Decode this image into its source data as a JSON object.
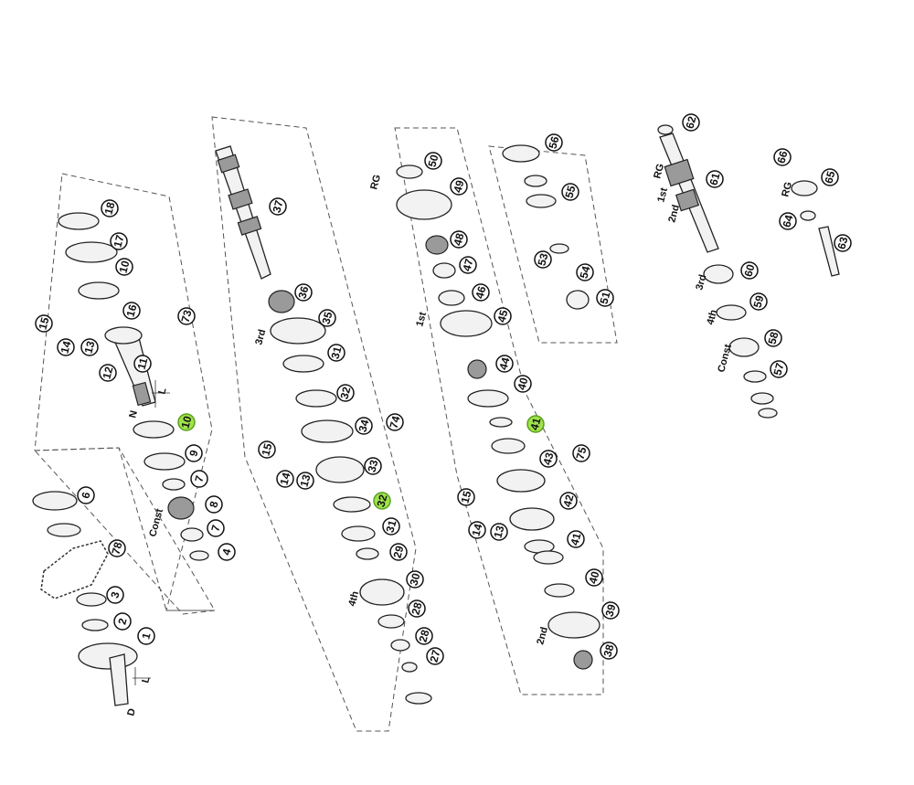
{
  "gear_labels": {
    "rg_top": "RG",
    "first": "1st",
    "second": "2nd",
    "third": "3rd",
    "fourth": "4th",
    "const_left": "Const",
    "third_shaft": "3rd",
    "fourth_shaft": "4th",
    "const_right": "Const",
    "first_right": "1st",
    "rg_right": "RG",
    "second_right": "2nd",
    "rg_far": "RG",
    "fourth_mid": "4th",
    "second_bottom": "2nd"
  },
  "dimension_labels": {
    "l_upper": "L",
    "n_upper": "N",
    "l_lower": "L",
    "d_lower": "D"
  },
  "callouts": [
    {
      "id": "c1",
      "text": "1",
      "highlight": false
    },
    {
      "id": "c2",
      "text": "2",
      "highlight": false
    },
    {
      "id": "c3",
      "text": "3",
      "highlight": false
    },
    {
      "id": "c4",
      "text": "4",
      "highlight": false
    },
    {
      "id": "c6",
      "text": "6",
      "highlight": false
    },
    {
      "id": "c7a",
      "text": "7",
      "highlight": false
    },
    {
      "id": "c7b",
      "text": "7",
      "highlight": false
    },
    {
      "id": "c8",
      "text": "8",
      "highlight": false
    },
    {
      "id": "c9",
      "text": "9",
      "highlight": false
    },
    {
      "id": "c10a",
      "text": "10",
      "highlight": true
    },
    {
      "id": "c10b",
      "text": "10",
      "highlight": false
    },
    {
      "id": "c11",
      "text": "11",
      "highlight": false
    },
    {
      "id": "c12",
      "text": "12",
      "highlight": false
    },
    {
      "id": "c13a",
      "text": "13",
      "highlight": false
    },
    {
      "id": "c13b",
      "text": "13",
      "highlight": false
    },
    {
      "id": "c13c",
      "text": "13",
      "highlight": false
    },
    {
      "id": "c14a",
      "text": "14",
      "highlight": false
    },
    {
      "id": "c14b",
      "text": "14",
      "highlight": false
    },
    {
      "id": "c14c",
      "text": "14",
      "highlight": false
    },
    {
      "id": "c15a",
      "text": "15",
      "highlight": false
    },
    {
      "id": "c15b",
      "text": "15",
      "highlight": false
    },
    {
      "id": "c15c",
      "text": "15",
      "highlight": false
    },
    {
      "id": "c16",
      "text": "16",
      "highlight": false
    },
    {
      "id": "c17",
      "text": "17",
      "highlight": false
    },
    {
      "id": "c18",
      "text": "18",
      "highlight": false
    },
    {
      "id": "c27",
      "text": "27",
      "highlight": false
    },
    {
      "id": "c28a",
      "text": "28",
      "highlight": false
    },
    {
      "id": "c28b",
      "text": "28",
      "highlight": false
    },
    {
      "id": "c29",
      "text": "29",
      "highlight": false
    },
    {
      "id": "c30",
      "text": "30",
      "highlight": false
    },
    {
      "id": "c31a",
      "text": "31",
      "highlight": false
    },
    {
      "id": "c31b",
      "text": "31",
      "highlight": false
    },
    {
      "id": "c32a",
      "text": "32",
      "highlight": true
    },
    {
      "id": "c32b",
      "text": "32",
      "highlight": false
    },
    {
      "id": "c33",
      "text": "33",
      "highlight": false
    },
    {
      "id": "c34",
      "text": "34",
      "highlight": false
    },
    {
      "id": "c35",
      "text": "35",
      "highlight": false
    },
    {
      "id": "c36",
      "text": "36",
      "highlight": false
    },
    {
      "id": "c37",
      "text": "37",
      "highlight": false
    },
    {
      "id": "c38",
      "text": "38",
      "highlight": false
    },
    {
      "id": "c39",
      "text": "39",
      "highlight": false
    },
    {
      "id": "c40a",
      "text": "40",
      "highlight": false
    },
    {
      "id": "c40b",
      "text": "40",
      "highlight": false
    },
    {
      "id": "c41a",
      "text": "41",
      "highlight": true
    },
    {
      "id": "c41b",
      "text": "41",
      "highlight": false
    },
    {
      "id": "c42",
      "text": "42",
      "highlight": false
    },
    {
      "id": "c43",
      "text": "43",
      "highlight": false
    },
    {
      "id": "c44",
      "text": "44",
      "highlight": false
    },
    {
      "id": "c45",
      "text": "45",
      "highlight": false
    },
    {
      "id": "c46",
      "text": "46",
      "highlight": false
    },
    {
      "id": "c47",
      "text": "47",
      "highlight": false
    },
    {
      "id": "c48",
      "text": "48",
      "highlight": false
    },
    {
      "id": "c49",
      "text": "49",
      "highlight": false
    },
    {
      "id": "c50",
      "text": "50",
      "highlight": false
    },
    {
      "id": "c51",
      "text": "51",
      "highlight": false
    },
    {
      "id": "c53",
      "text": "53",
      "highlight": false
    },
    {
      "id": "c54",
      "text": "54",
      "highlight": false
    },
    {
      "id": "c55",
      "text": "55",
      "highlight": false
    },
    {
      "id": "c56",
      "text": "56",
      "highlight": false
    },
    {
      "id": "c57",
      "text": "57",
      "highlight": false
    },
    {
      "id": "c58",
      "text": "58",
      "highlight": false
    },
    {
      "id": "c59",
      "text": "59",
      "highlight": false
    },
    {
      "id": "c60",
      "text": "60",
      "highlight": false
    },
    {
      "id": "c61",
      "text": "61",
      "highlight": false
    },
    {
      "id": "c62",
      "text": "62",
      "highlight": false
    },
    {
      "id": "c63",
      "text": "63",
      "highlight": false
    },
    {
      "id": "c64",
      "text": "64",
      "highlight": false
    },
    {
      "id": "c65",
      "text": "65",
      "highlight": false
    },
    {
      "id": "c66",
      "text": "66",
      "highlight": false
    },
    {
      "id": "c73",
      "text": "73",
      "highlight": false
    },
    {
      "id": "c74",
      "text": "74",
      "highlight": false
    },
    {
      "id": "c75",
      "text": "75",
      "highlight": false
    },
    {
      "id": "c78",
      "text": "78",
      "highlight": false
    }
  ],
  "colors": {
    "highlight": "#9fe24a",
    "line": "#222222",
    "background": "#ffffff"
  }
}
